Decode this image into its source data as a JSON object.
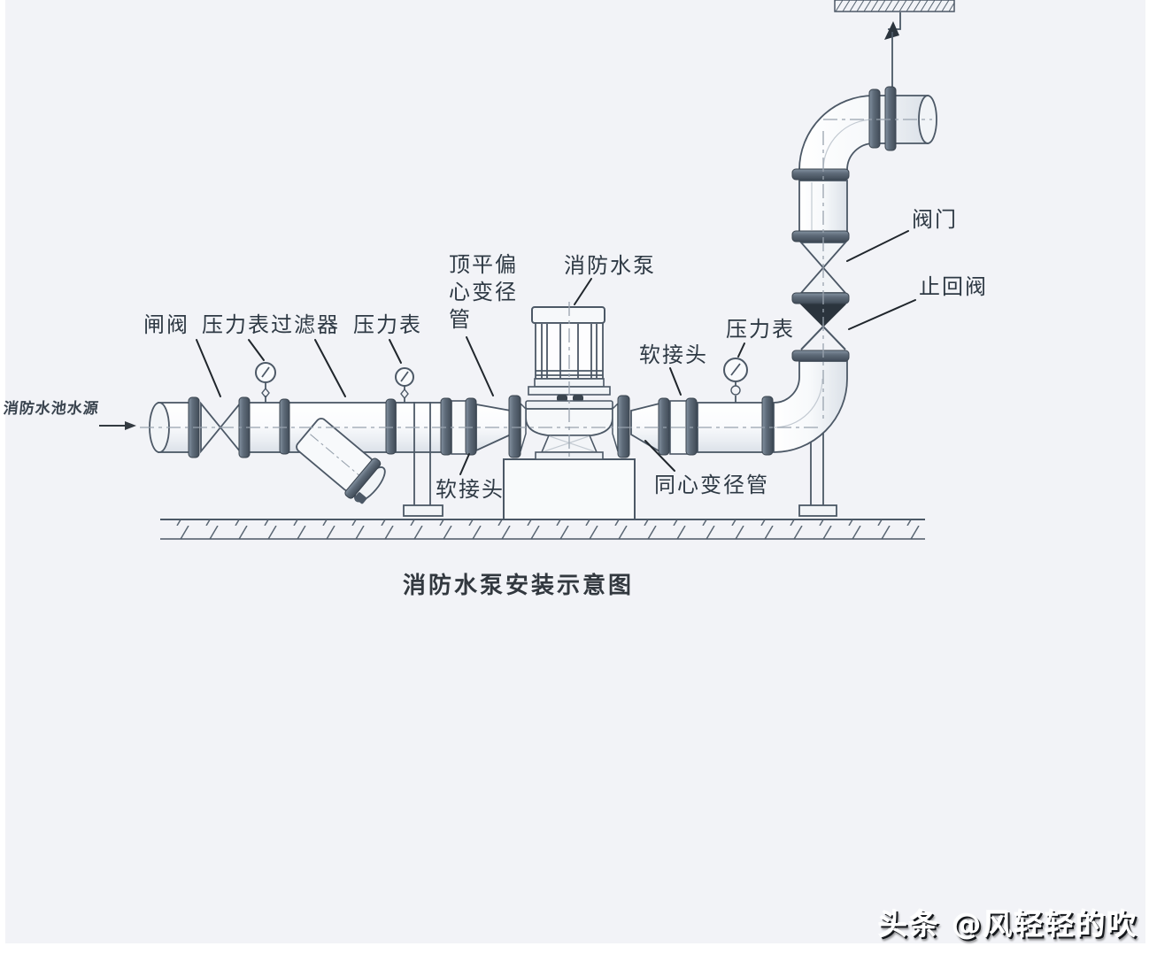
{
  "diagram": {
    "title": "消防水泵安装示意图",
    "inlet_label": "消防水池水源",
    "labels": {
      "gate_valve": "闸阀",
      "pressure_gauge_1": "压力表",
      "strainer": "过滤器",
      "pressure_gauge_2": "压力表",
      "eccentric_reducer": "顶平偏心变径管",
      "fire_pump": "消防水泵",
      "flexible_joint_discharge": "软接头",
      "pressure_gauge_3": "压力表",
      "valve": "阀门",
      "check_valve": "止回阀",
      "flexible_joint_suction": "软接头",
      "concentric_reducer": "同心变径管"
    },
    "colors": {
      "background": "#f2f3f7",
      "line": "#4c5866",
      "flange_dark": "#47525e",
      "check_valve_fill": "#2b343d",
      "label_text": "#2e3944"
    }
  },
  "watermark": "头条 @风轻轻的吹"
}
